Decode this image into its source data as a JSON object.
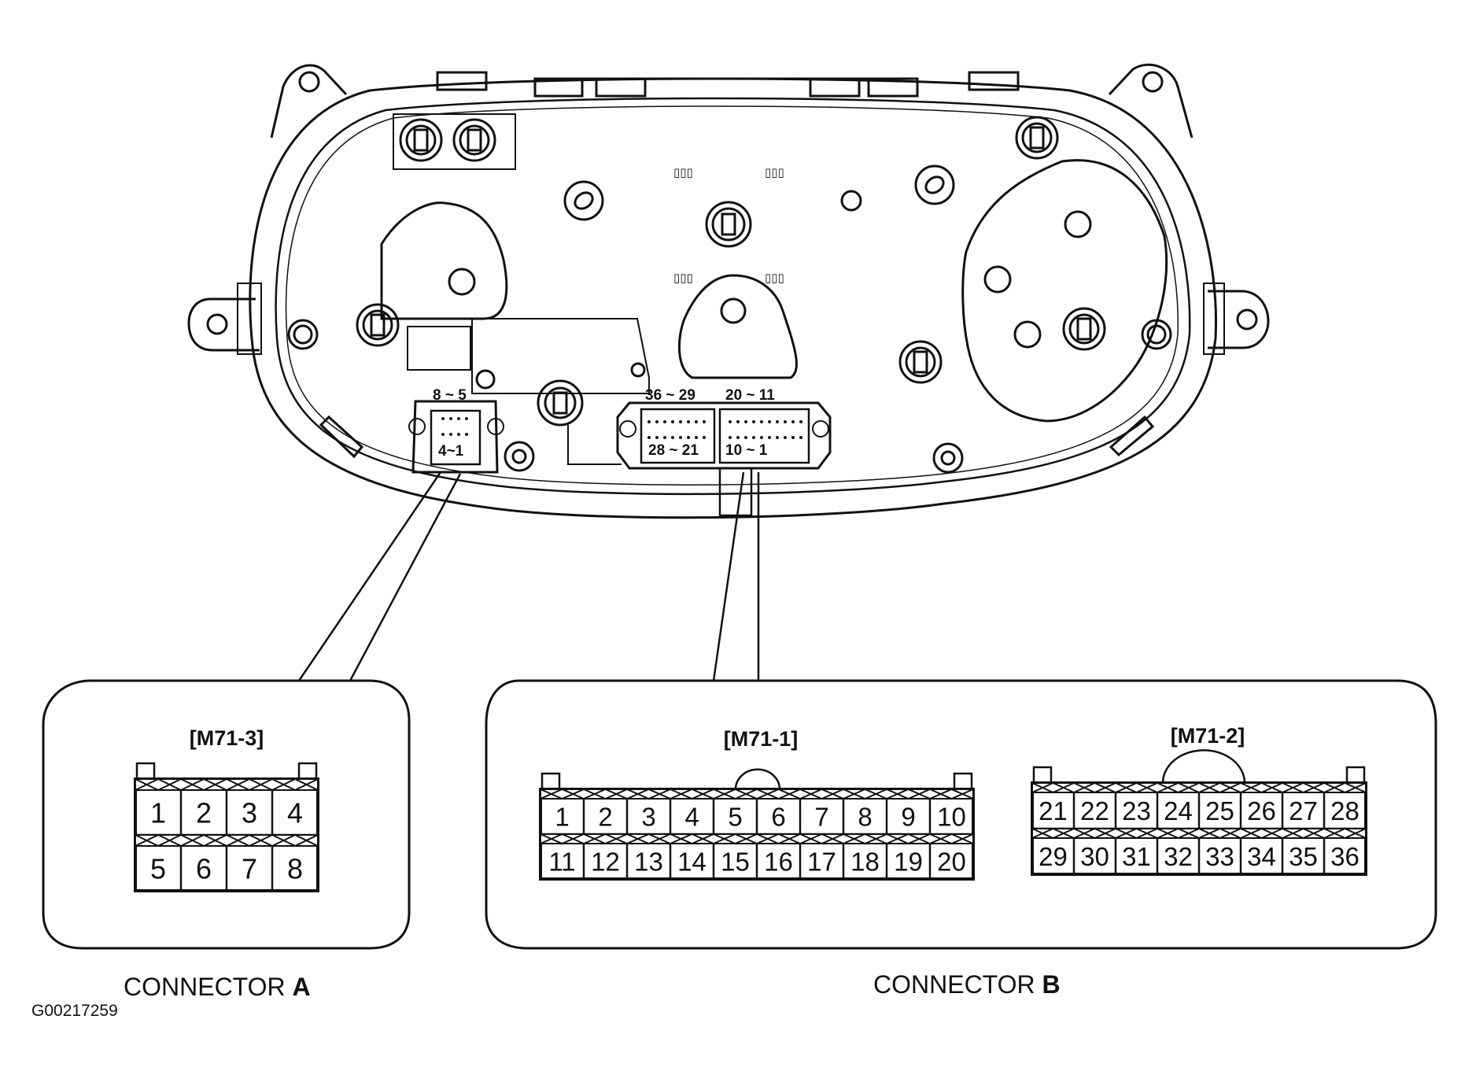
{
  "cluster": {
    "label_8_5": "8 ~ 5",
    "label_4_1": "4~1",
    "label_36_29": "36 ~ 29",
    "label_20_11": "20  ~  11",
    "label_28_21": "28 ~ 21",
    "label_10_1": "10  ~  1",
    "indicator_mark": "▯▯▯"
  },
  "connector_a": {
    "heading": "[M71-3]",
    "caption_prefix": "CONNECTOR ",
    "caption_letter": "A",
    "pins": [
      [
        "1",
        "2",
        "3",
        "4"
      ],
      [
        "5",
        "6",
        "7",
        "8"
      ]
    ]
  },
  "connector_b": {
    "caption_prefix": "CONNECTOR ",
    "caption_letter": "B",
    "m71_1": {
      "heading": "[M71-1]",
      "pins": [
        [
          "1",
          "2",
          "3",
          "4",
          "5",
          "6",
          "7",
          "8",
          "9",
          "10"
        ],
        [
          "11",
          "12",
          "13",
          "14",
          "15",
          "16",
          "17",
          "18",
          "19",
          "20"
        ]
      ]
    },
    "m71_2": {
      "heading": "[M71-2]",
      "pins": [
        [
          "21",
          "22",
          "23",
          "24",
          "25",
          "26",
          "27",
          "28"
        ],
        [
          "29",
          "30",
          "31",
          "32",
          "33",
          "34",
          "35",
          "36"
        ]
      ]
    }
  },
  "figure_id": "G00217259",
  "colors": {
    "ink": "#111111",
    "paper": "#ffffff"
  }
}
